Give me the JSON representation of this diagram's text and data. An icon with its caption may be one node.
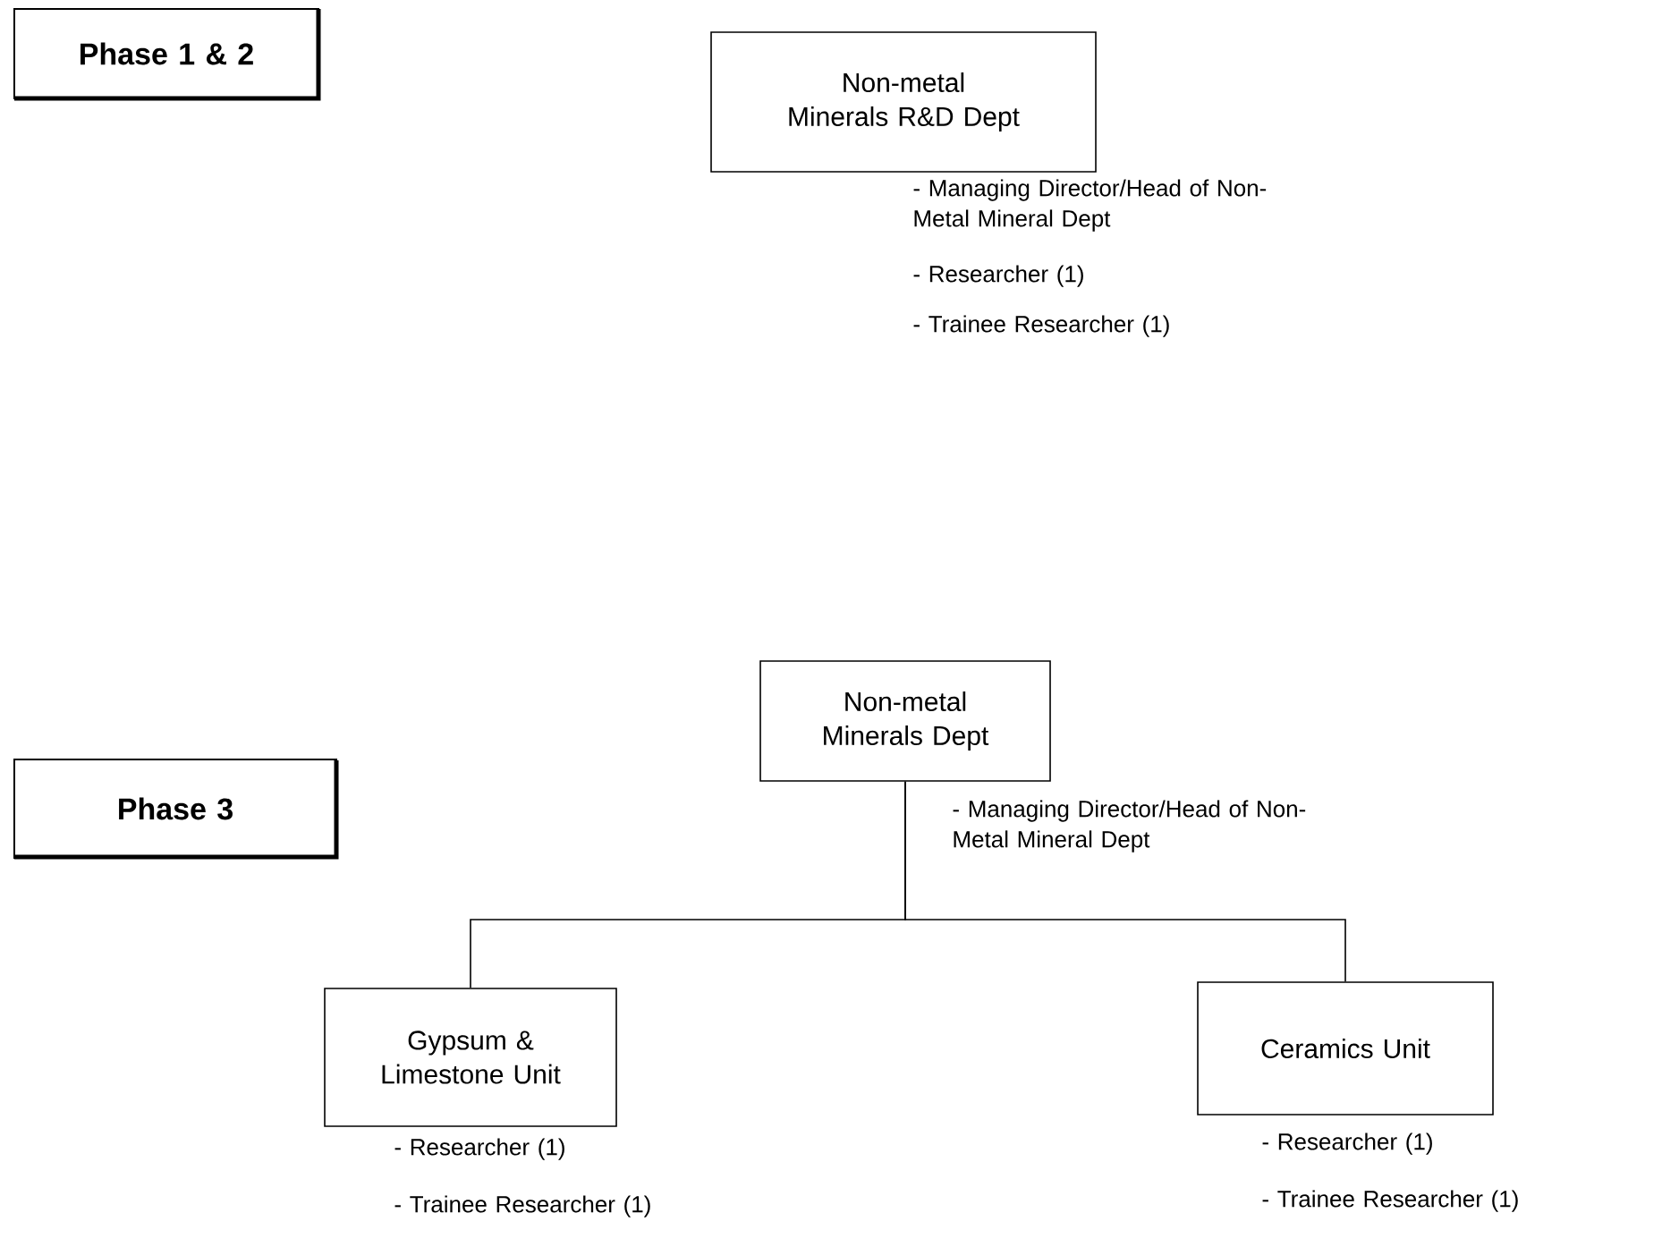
{
  "diagram": {
    "nodes": [
      {
        "text": [
          "Phase 1 & 2"
        ]
      },
      {
        "text": [
          "Non-metal Minerals R&D Dept"
        ],
        "beside": [
          "- Managing Director/Head of Non-Metal Mineral Dept",
          "- Researcher (1)",
          "- Trainee Researcher (1)"
        ]
      },
      {
        "text": [
          "Phase 3"
        ]
      },
      {
        "text": [
          "Non-metal Minerals Dept"
        ],
        "beside": [
          "- Managing Director/Head of Non-Metal Mineral Dept"
        ]
      },
      {
        "text": [
          "Gypsum & Limestone Unit"
        ],
        "beside": [
          "- Researcher (1)",
          "- Trainee Researcher (1)"
        ]
      },
      {
        "text": [
          "Ceramics Unit"
        ],
        "beside": [
          "- Researcher (1)",
          "- Trainee Researcher (1)"
        ]
      }
    ],
    "edges": [
      {
        "from": 3,
        "to": 4,
        "arrow": "none"
      },
      {
        "from": 3,
        "to": 5,
        "arrow": "none"
      }
    ]
  }
}
